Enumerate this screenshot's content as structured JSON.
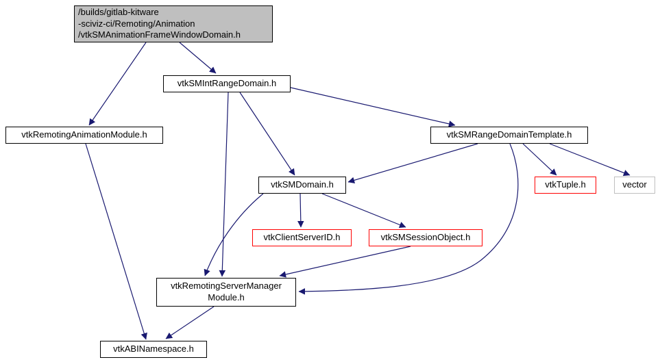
{
  "diagram": {
    "type": "include-dependency-graph",
    "root_file": "/builds/gitlab-kitware-sciviz-ci/Remoting/Animation/vtkSMAnimationFrameWindowDomain.h",
    "colors": {
      "edge": "#191970",
      "main_node_bg": "#bfbfbf",
      "node_bg": "#ffffff",
      "node_border": "#000000",
      "truncated_node_border": "#ff0000",
      "external_node_border": "#bfbfbf",
      "text": "#000000"
    },
    "nodes": [
      {
        "id": "main",
        "label": "/builds/gitlab-kitware\n-sciviz-ci/Remoting/Animation\n/vtkSMAnimationFrameWindowDomain.h",
        "type": "main"
      },
      {
        "id": "vtkSMIntRangeDomain",
        "label": "vtkSMIntRangeDomain.h",
        "type": "normal"
      },
      {
        "id": "vtkRemotingAnimationModule",
        "label": "vtkRemotingAnimationModule.h",
        "type": "normal"
      },
      {
        "id": "vtkSMRangeDomainTemplate",
        "label": "vtkSMRangeDomainTemplate.h",
        "type": "normal"
      },
      {
        "id": "vtkSMDomain",
        "label": "vtkSMDomain.h",
        "type": "normal"
      },
      {
        "id": "vtkTuple",
        "label": "vtkTuple.h",
        "type": "truncated"
      },
      {
        "id": "vector",
        "label": "vector",
        "type": "external"
      },
      {
        "id": "vtkClientServerID",
        "label": "vtkClientServerID.h",
        "type": "truncated"
      },
      {
        "id": "vtkSMSessionObject",
        "label": "vtkSMSessionObject.h",
        "type": "truncated"
      },
      {
        "id": "vtkRemotingServerManagerModule",
        "label": "vtkRemotingServerManager\nModule.h",
        "type": "normal"
      },
      {
        "id": "vtkABINamespace",
        "label": "vtkABINamespace.h",
        "type": "normal"
      }
    ],
    "edges": [
      {
        "from": "main",
        "to": "vtkSMIntRangeDomain"
      },
      {
        "from": "main",
        "to": "vtkRemotingAnimationModule"
      },
      {
        "from": "vtkSMIntRangeDomain",
        "to": "vtkSMRangeDomainTemplate"
      },
      {
        "from": "vtkSMIntRangeDomain",
        "to": "vtkSMDomain"
      },
      {
        "from": "vtkSMIntRangeDomain",
        "to": "vtkRemotingServerManagerModule"
      },
      {
        "from": "vtkRemotingAnimationModule",
        "to": "vtkABINamespace"
      },
      {
        "from": "vtkSMRangeDomainTemplate",
        "to": "vtkSMDomain"
      },
      {
        "from": "vtkSMRangeDomainTemplate",
        "to": "vtkTuple"
      },
      {
        "from": "vtkSMRangeDomainTemplate",
        "to": "vector"
      },
      {
        "from": "vtkSMRangeDomainTemplate",
        "to": "vtkRemotingServerManagerModule"
      },
      {
        "from": "vtkSMDomain",
        "to": "vtkClientServerID"
      },
      {
        "from": "vtkSMDomain",
        "to": "vtkSMSessionObject"
      },
      {
        "from": "vtkSMDomain",
        "to": "vtkRemotingServerManagerModule"
      },
      {
        "from": "vtkSMSessionObject",
        "to": "vtkRemotingServerManagerModule"
      },
      {
        "from": "vtkRemotingServerManagerModule",
        "to": "vtkABINamespace"
      }
    ]
  }
}
